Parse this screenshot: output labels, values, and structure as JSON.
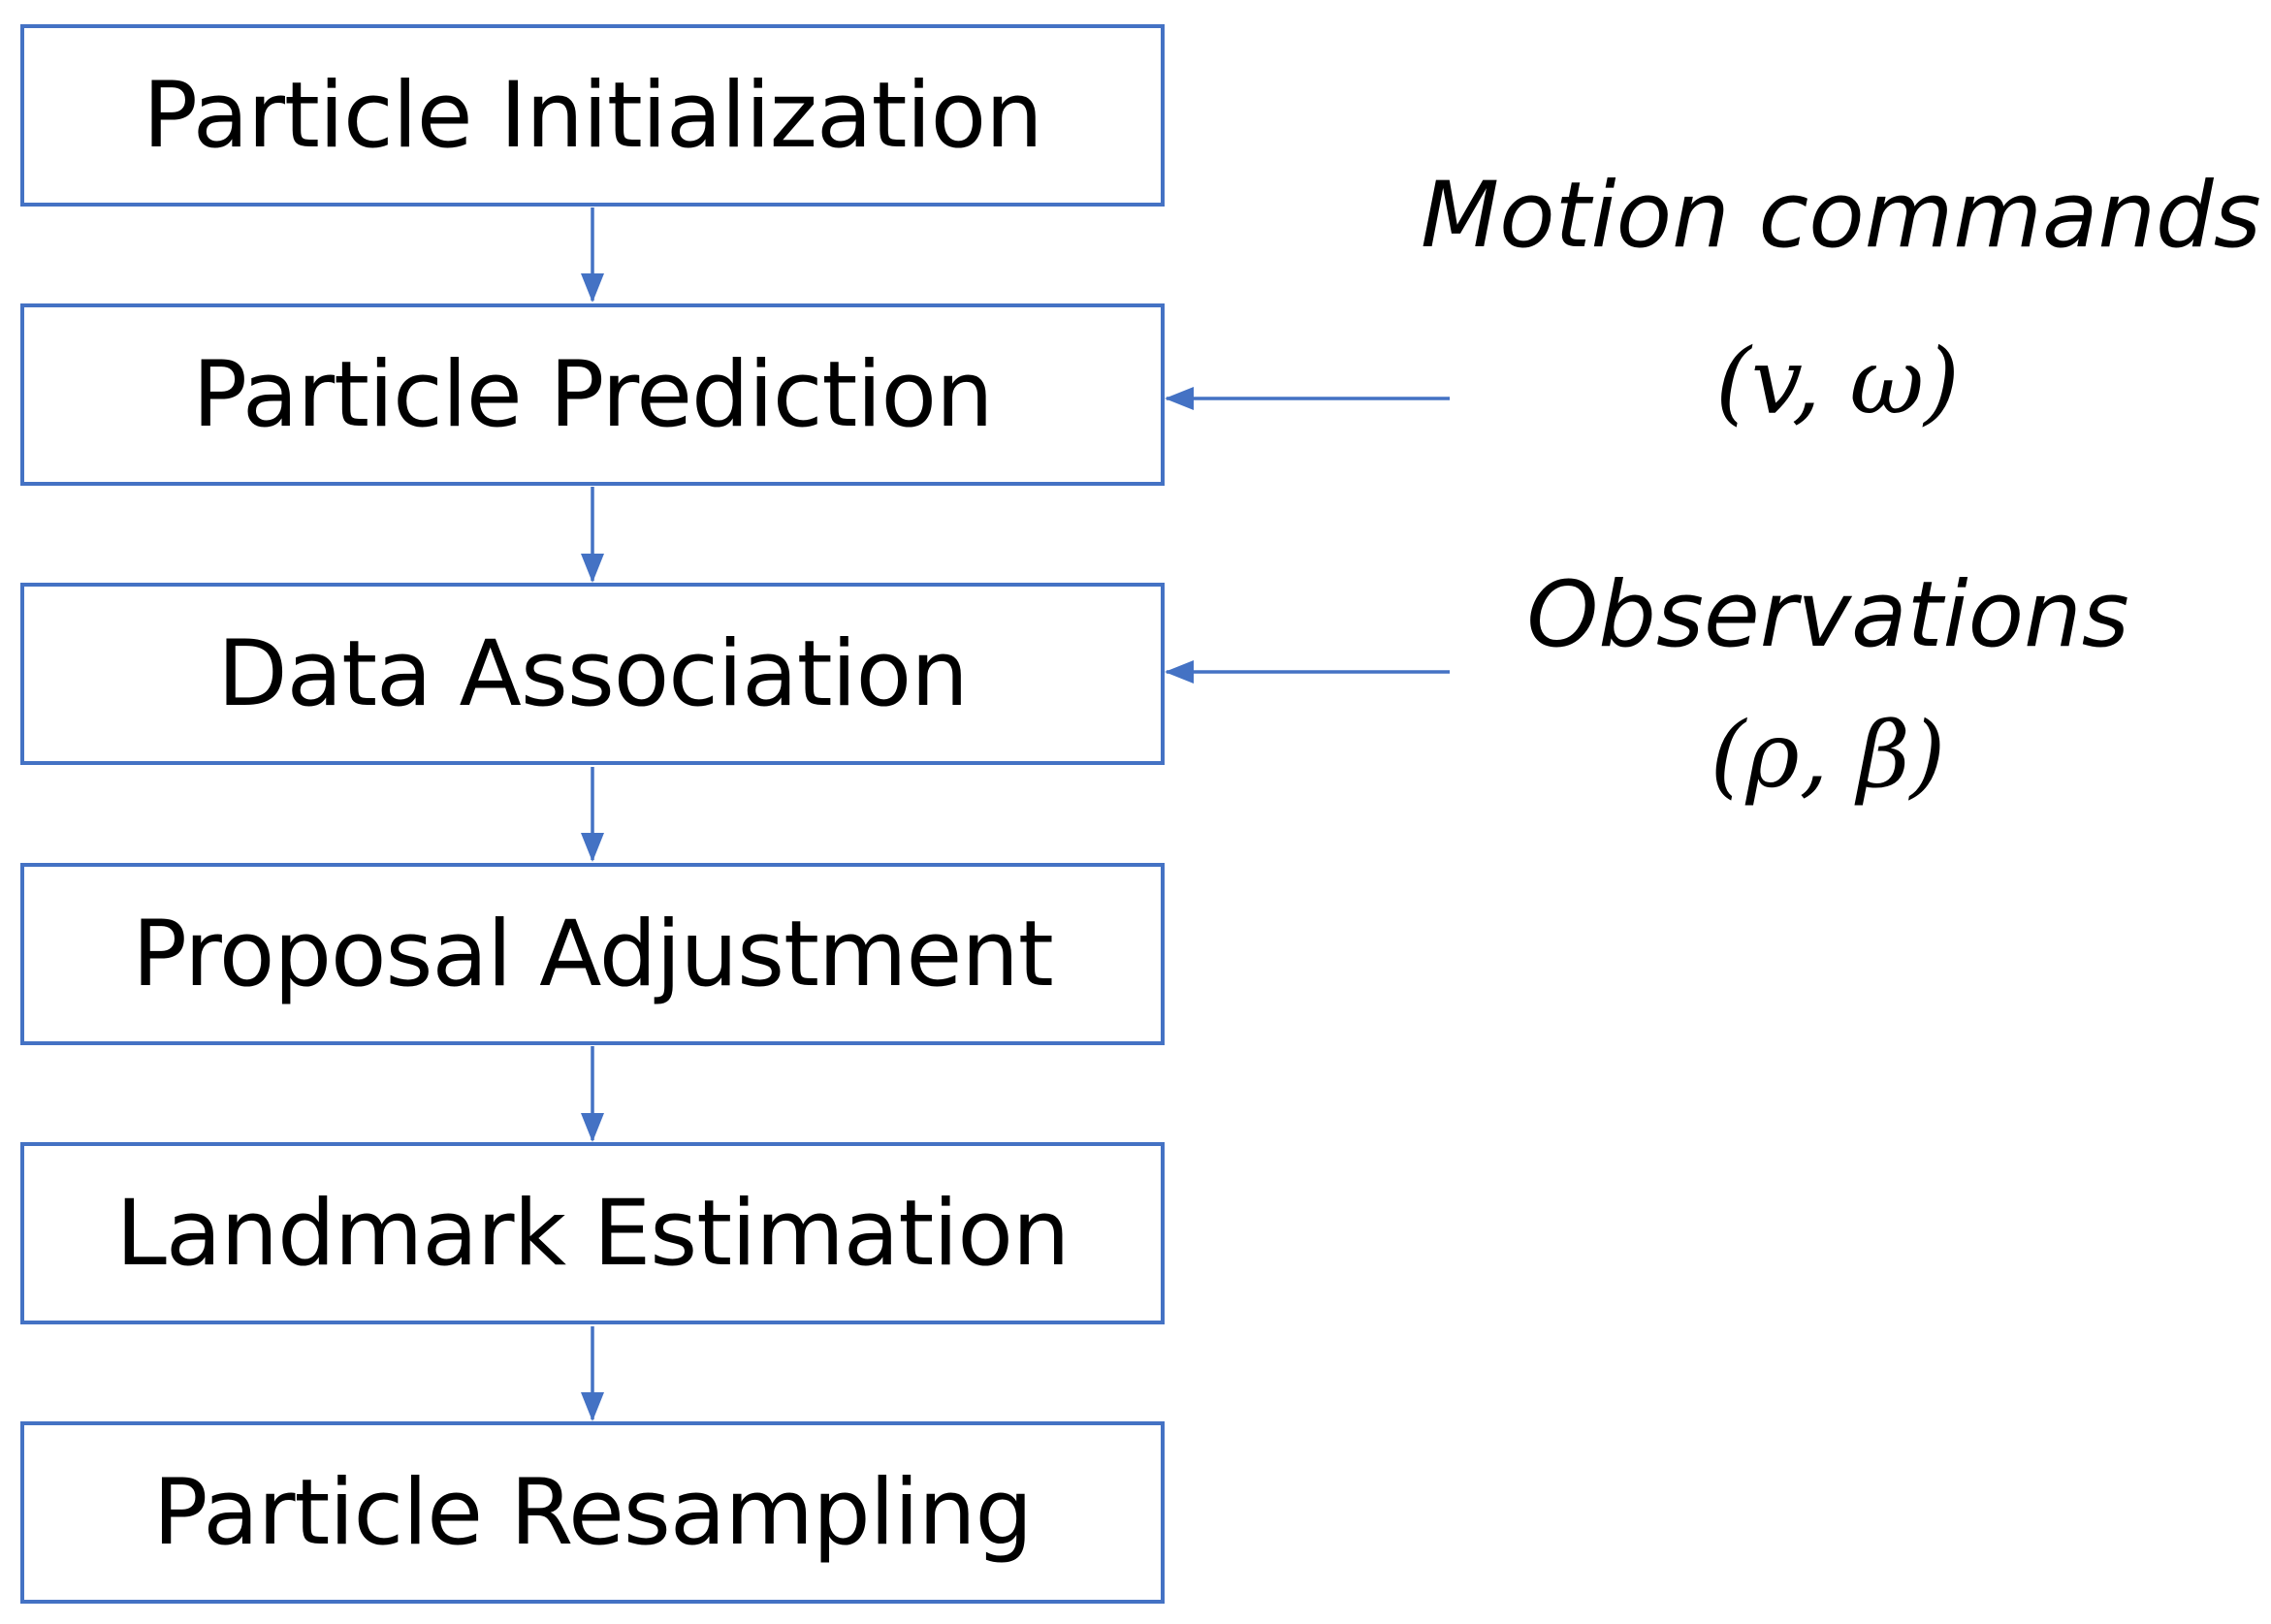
{
  "colors": {
    "stroke": "#4472c4",
    "text": "#000000",
    "background": "#ffffff"
  },
  "steps": [
    {
      "label": "Particle Initialization"
    },
    {
      "label": "Particle Prediction"
    },
    {
      "label": "Data Association"
    },
    {
      "label": "Proposal Adjustment"
    },
    {
      "label": "Landmark Estimation"
    },
    {
      "label": "Particle Resampling"
    }
  ],
  "inputs": {
    "motion": {
      "label": "Motion commands",
      "symbol": "(v, ω)"
    },
    "observations": {
      "label": "Observations",
      "symbol": "(ρ, β)"
    }
  }
}
